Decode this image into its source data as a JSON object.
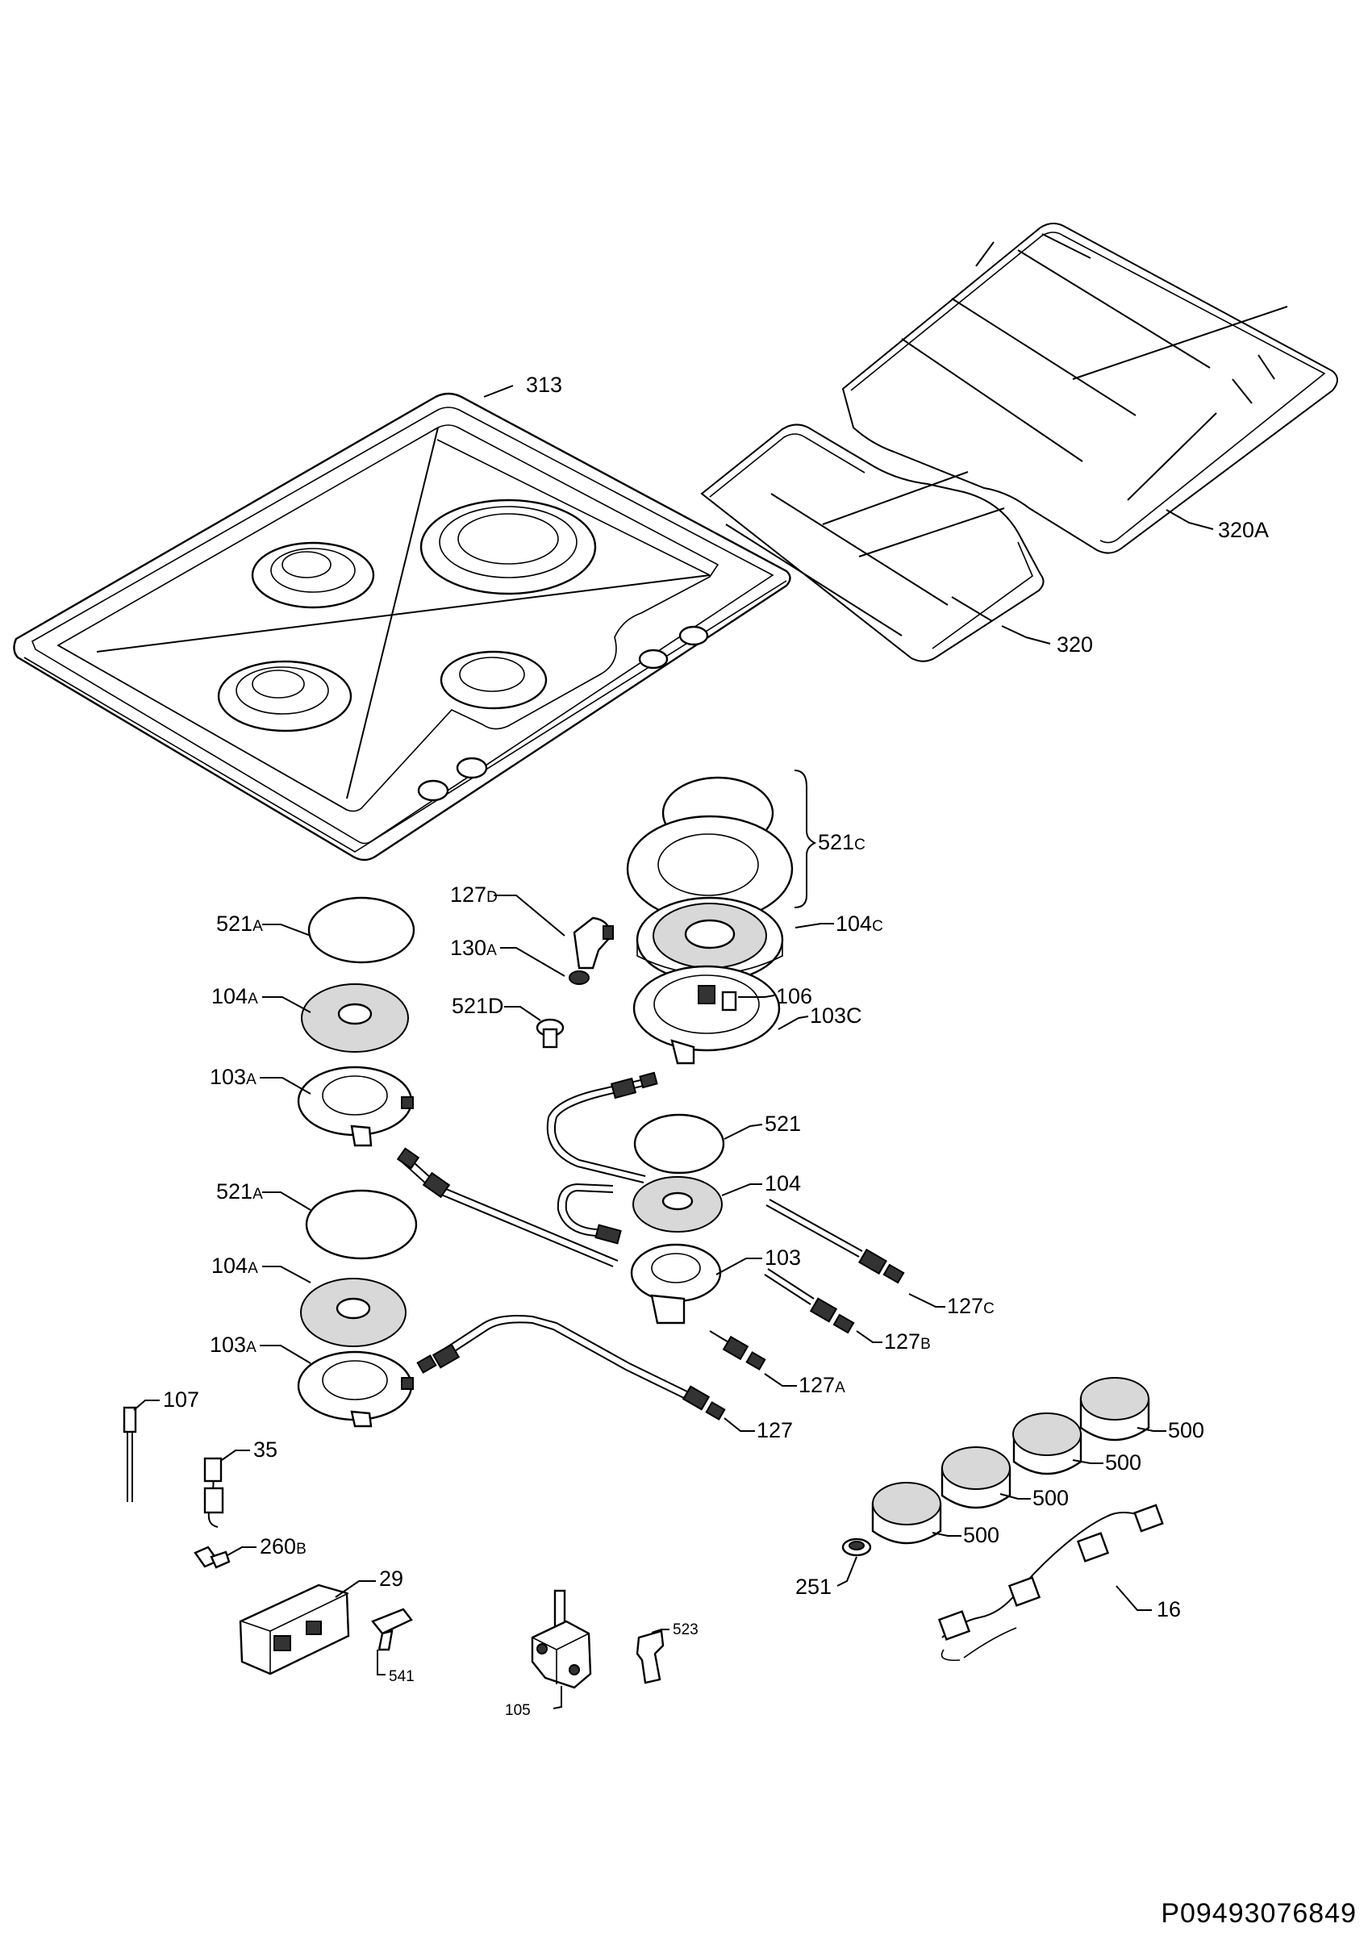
{
  "document_code": "P09493076849",
  "callouts": {
    "c313": "313",
    "c320A": "320A",
    "c320": "320",
    "c521C": "521",
    "c521C_suffix": "C",
    "c127D": "127",
    "c127D_suffix": "D",
    "c521A_1": "521",
    "c521A_1_suffix": "A",
    "c104C": "104",
    "c104C_suffix": "C",
    "c130A": "130",
    "c130A_suffix": "A",
    "c106": "106",
    "c104A_1": "104",
    "c104A_1_suffix": "A",
    "c521D": "521D",
    "c103C": "103C",
    "c103A_1": "103",
    "c103A_1_suffix": "A",
    "c521": "521",
    "c521A_2": "521",
    "c521A_2_suffix": "A",
    "c104": "104",
    "c104A_2": "104",
    "c104A_2_suffix": "A",
    "c103": "103",
    "c127C": "127",
    "c127C_suffix": "C",
    "c103A_2": "103",
    "c103A_2_suffix": "A",
    "c127B": "127",
    "c127B_suffix": "B",
    "c127A": "127",
    "c127A_suffix": "A",
    "c107": "107",
    "c127": "127",
    "c500_1": "500",
    "c500_2": "500",
    "c500_3": "500",
    "c500_4": "500",
    "c35": "35",
    "c260B": "260",
    "c260B_suffix": "B",
    "c251": "251",
    "c29": "29",
    "c16": "16",
    "c523": "523",
    "c541": "541",
    "c105": "105"
  }
}
